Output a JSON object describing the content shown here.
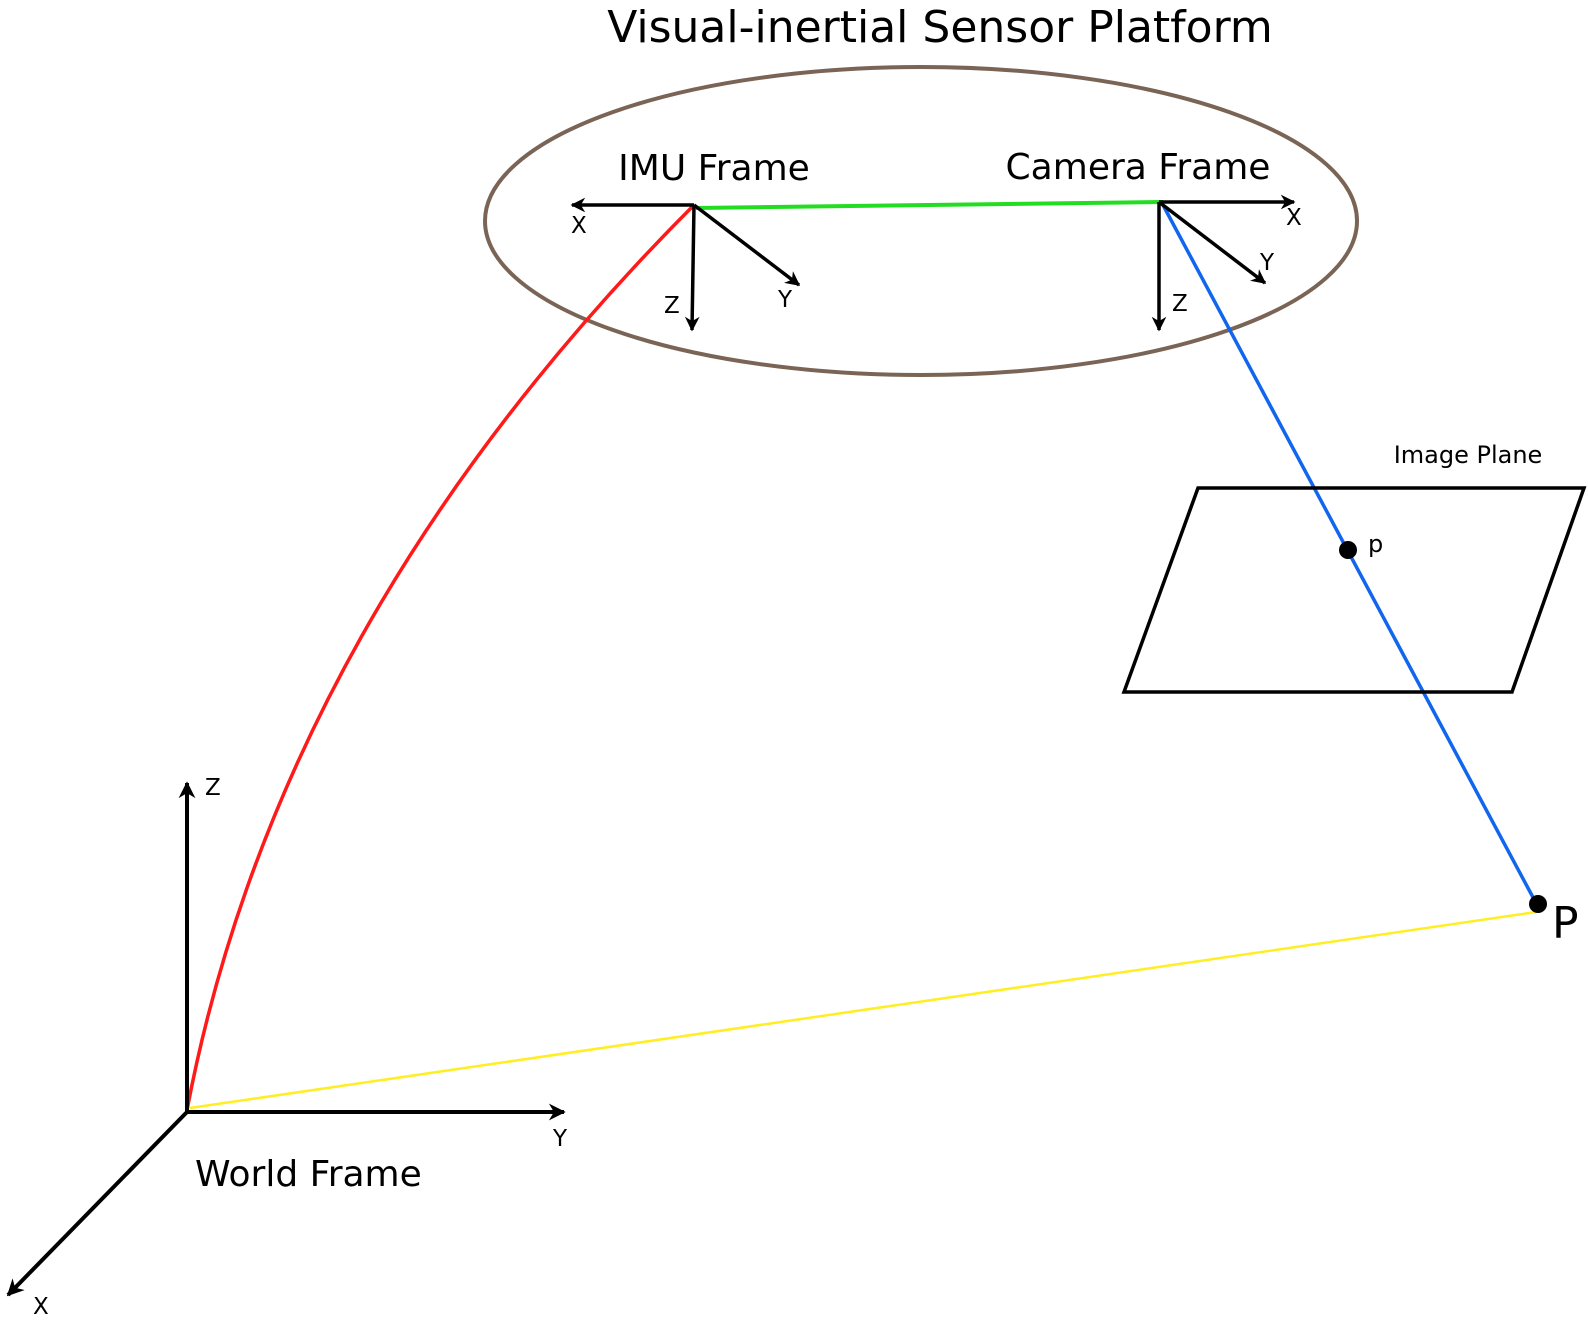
{
  "title": "Visual-inertial Sensor Platform",
  "imu_frame": {
    "label": "IMU Frame",
    "axes": {
      "x": "X",
      "y": "Y",
      "z": "Z"
    }
  },
  "camera_frame": {
    "label": "Camera Frame",
    "axes": {
      "x": "X",
      "y": "Y",
      "z": "Z"
    }
  },
  "world_frame": {
    "label": "World Frame",
    "axes": {
      "x": "X",
      "y": "Y",
      "z": "Z"
    }
  },
  "image_plane": {
    "label": "Image Plane",
    "projected_point": "p"
  },
  "world_point": "P",
  "colors": {
    "platform_ellipse": "#7a6455",
    "world_to_imu": "#ff1a1a",
    "imu_to_camera": "#22dd22",
    "camera_to_point": "#1166ee",
    "world_to_point": "#ffee22",
    "axes": "#000000"
  }
}
